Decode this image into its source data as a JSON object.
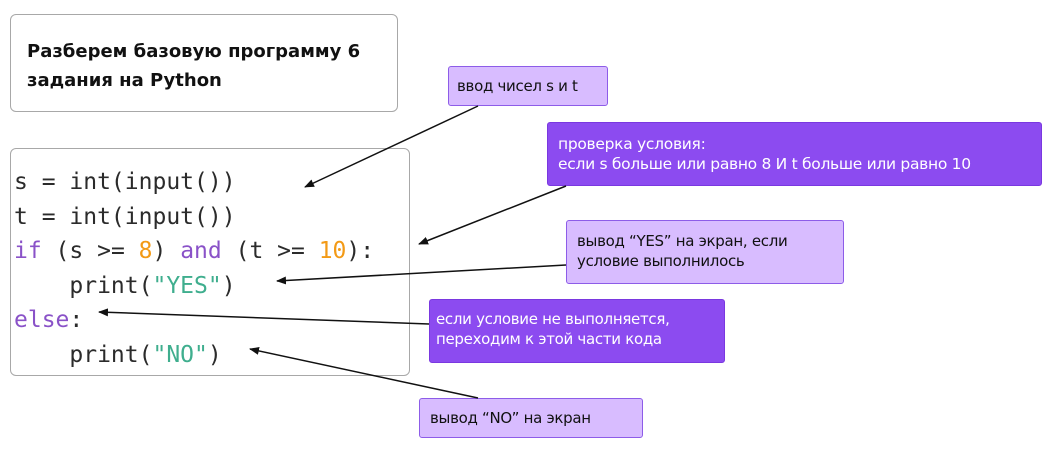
{
  "title": {
    "lines": [
      "Разберем базовую программу 6",
      "задания на Python"
    ]
  },
  "code": {
    "line1": "s = int(input())",
    "line2": "t = int(input())",
    "line3": {
      "kw_if": "if",
      "cond_a": " (s >= ",
      "num_a": "8",
      "mid": ") ",
      "kw_and": "and",
      "cond_b": " (t >= ",
      "num_b": "10",
      "end": "):"
    },
    "line4": {
      "pre": "    print(",
      "str": "\"YES\"",
      "post": ")"
    },
    "line5": {
      "kw_else": "else",
      "post": ":"
    },
    "line6": {
      "pre": "    print(",
      "str": "\"NO\"",
      "post": ")"
    }
  },
  "notes": {
    "input": "ввод чисел s и t",
    "condition": [
      "проверка условия:",
      "если s больше или равно 8 И t больше или равно 10"
    ],
    "yes": [
      "вывод “YES” на экран, если",
      "условие выполнилось"
    ],
    "else": [
      "если условие не выполняется,",
      "переходим к этой части кода"
    ],
    "no": "вывод “NO” на экран"
  },
  "colors": {
    "keyword": "#8a52c8",
    "number": "#f39a16",
    "string": "#3fae8e",
    "note_light_bg": "#d8bcff",
    "note_dark_bg": "#8c4bf0"
  }
}
